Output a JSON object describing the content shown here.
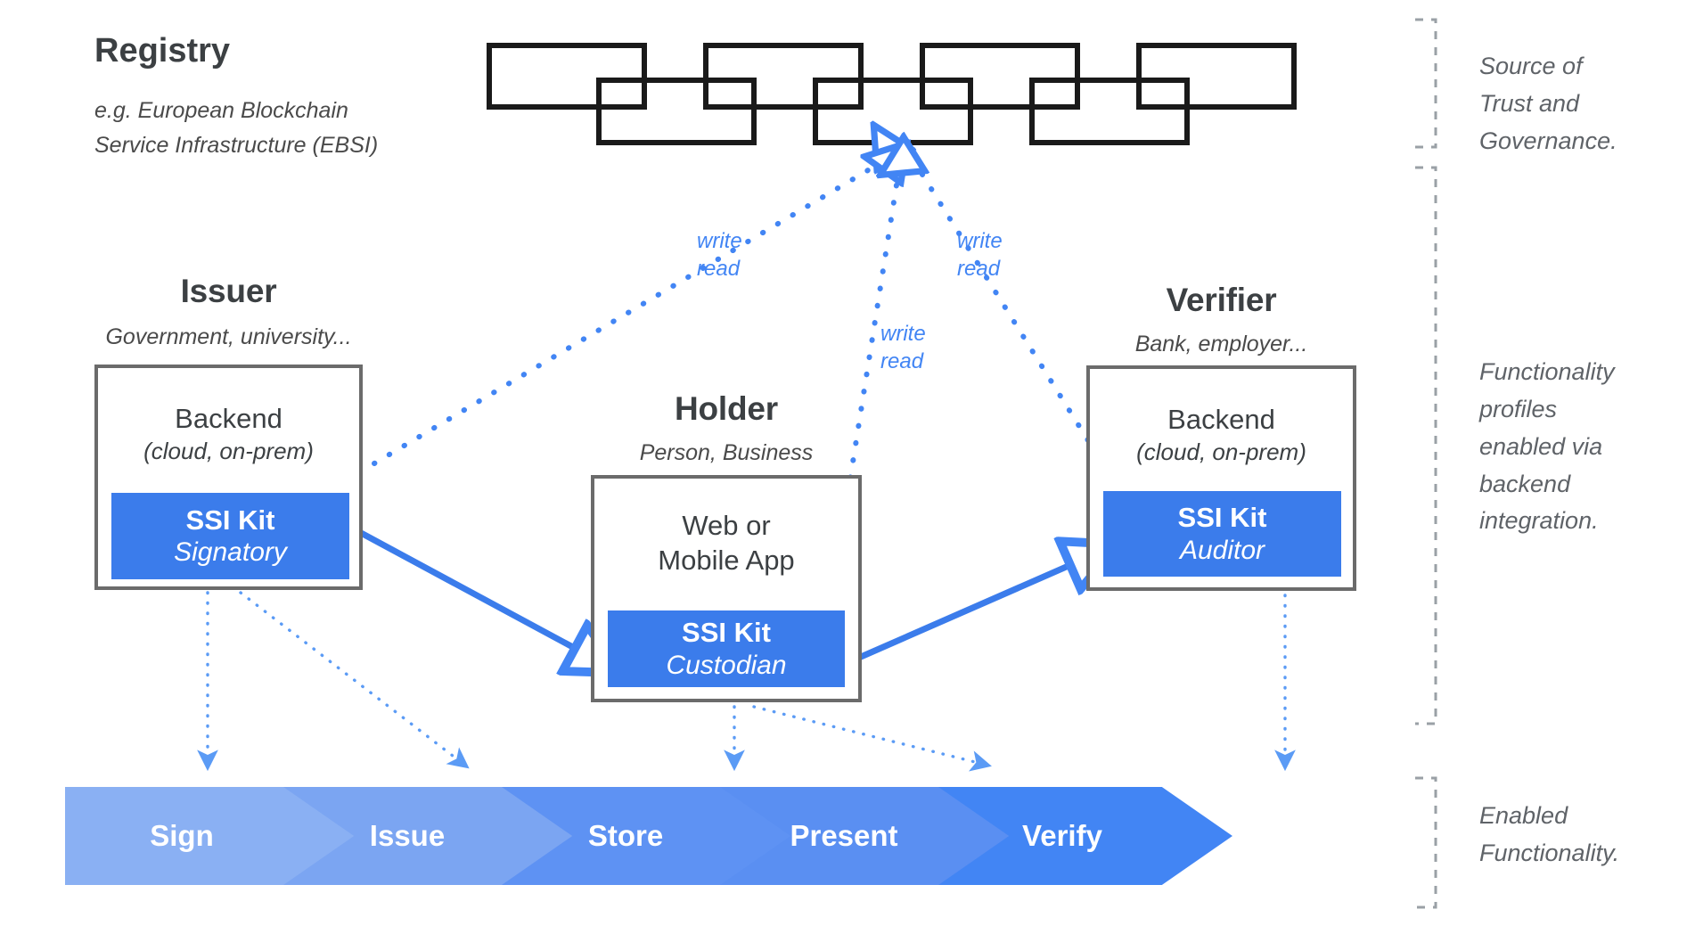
{
  "registry": {
    "title": "Registry",
    "subtitle_lines": [
      "e.g. European Blockchain",
      "Service Infrastructure (EBSI)"
    ],
    "blockchain_icon": "blockchain-chain-icon",
    "block_count_top": 4,
    "block_count_bottom": 3
  },
  "actors": [
    {
      "id": "issuer",
      "title": "Issuer",
      "subtitle": "Government, university...",
      "backend_line1": "Backend",
      "backend_line2": "(cloud, on-prem)",
      "kit_label": "SSI Kit",
      "kit_profile": "Signatory"
    },
    {
      "id": "holder",
      "title": "Holder",
      "subtitle": "Person, Business",
      "backend_line1": "Web or",
      "backend_line2": "Mobile App",
      "kit_label": "SSI Kit",
      "kit_profile": "Custodian"
    },
    {
      "id": "verifier",
      "title": "Verifier",
      "subtitle": "Bank, employer...",
      "backend_line1": "Backend",
      "backend_line2": "(cloud, on-prem)",
      "kit_label": "SSI Kit",
      "kit_profile": "Auditor"
    }
  ],
  "registry_links": [
    {
      "id": "issuer-registry",
      "line1": "write",
      "line2": "read"
    },
    {
      "id": "holder-registry",
      "line1": "write",
      "line2": "read"
    },
    {
      "id": "verifier-registry",
      "line1": "write",
      "line2": "read"
    }
  ],
  "functionality_steps": [
    {
      "label": "Sign",
      "color": "#8ab0f3"
    },
    {
      "label": "Issue",
      "color": "#7ba5f2"
    },
    {
      "label": "Store",
      "color": "#5e92f3"
    },
    {
      "label": "Present",
      "color": "#5a8ff2"
    },
    {
      "label": "Verify",
      "color": "#4285f4"
    }
  ],
  "brackets": [
    {
      "id": "source-of-trust",
      "lines": [
        "Source of",
        "Trust and",
        "Governance."
      ]
    },
    {
      "id": "functionality-profiles",
      "lines": [
        "Functionality",
        "profiles",
        "enabled via",
        "backend",
        "integration."
      ]
    },
    {
      "id": "enabled-functionality",
      "lines": [
        "Enabled",
        "Functionality."
      ]
    }
  ],
  "colors": {
    "primary_blue": "#4285f4",
    "chip_blue": "#3b7ceb",
    "box_stroke": "#6b6b6b",
    "chain_stroke": "#1a1a1a",
    "text_dark": "#3c4043",
    "text_muted": "#5f6368",
    "bracket_dash": "#9aa0a6"
  }
}
